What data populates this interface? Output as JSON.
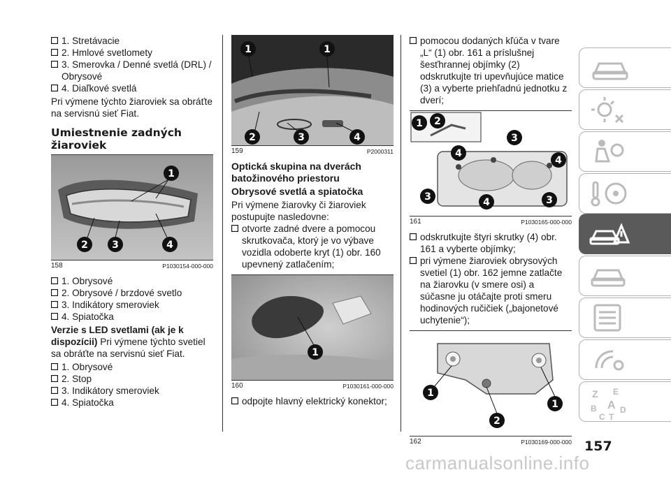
{
  "col1": {
    "list1": [
      "1. Stretávacie",
      "2. Hmlové svetlomety",
      "3. Smerovka / Denné svetlá (DRL) / Obrysové",
      "4. Diaľkové svetlá"
    ],
    "p1": "Pri výmene týchto žiaroviek sa obráťte na servisnú sieť Fiat.",
    "heading": "Umiestnenie zadných žiaroviek",
    "fig": {
      "num": "158",
      "code": "P1030154-000-000",
      "callouts": [
        "1",
        "2",
        "3",
        "4"
      ]
    },
    "list2": [
      "1. Obrysové",
      "2. Obrysové / brzdové svetlo",
      "3. Indikátory smeroviek",
      "4. Spiatočka"
    ],
    "led_heading": "Verzie s LED svetlami (ak je k dispozícii)",
    "led_text": " Pri výmene týchto svetiel sa obráťte na servisnú sieť Fiat.",
    "list3": [
      "1. Obrysové",
      "2. Stop",
      "3. Indikátory smeroviek",
      "4. Spiatočka"
    ]
  },
  "col2": {
    "fig1": {
      "num": "159",
      "code": "P2000311",
      "callouts": [
        "1",
        "1",
        "2",
        "3",
        "4"
      ]
    },
    "h1": "Optická skupina na dverách batožinového priestoru",
    "h2": "Obrysové svetlá a spiatočka",
    "p1": "Pri výmene žiarovky či žiaroviek postupujte nasledovne:",
    "bullet1": "otvorte zadné dvere a pomocou skrutkovača, ktorý je vo výbave vozidla odoberte kryt (1) obr. 160 upevnený zatlačením;",
    "fig2": {
      "num": "160",
      "code": "P1030161-000-000",
      "callouts": [
        "1"
      ]
    },
    "bullet2": "odpojte hlavný elektrický konektor;"
  },
  "col3": {
    "bullet1": "pomocou dodaných kľúča v tvare „L“ (1) obr. 161 a príslušnej šesťhrannej objímky (2) odskrutkujte tri upevňujúce matice (3) a vyberte priehľadnú jednotku z dverí;",
    "fig1": {
      "num": "161",
      "code": "P1030165-000-000",
      "callouts": [
        "1",
        "2",
        "3",
        "4",
        "4",
        "3",
        "4",
        "3"
      ]
    },
    "bullet2": "odskrutkujte štyri skrutky (4) obr. 161 a vyberte objímky;",
    "bullet3": "pri výmene žiaroviek obrysových svetiel (1) obr. 162 jemne zatlačte na žiarovku (v smere osi) a súčasne ju otáčajte proti smeru hodinových ručičiek („bajonetové uchytenie“);",
    "fig2": {
      "num": "162",
      "code": "P1030169-000-000",
      "callouts": [
        "1",
        "1",
        "2"
      ]
    }
  },
  "sidebar": {
    "icons": [
      "dashboard-car-icon",
      "warning-lights-icon",
      "airbag-seat-icon",
      "key-steering-icon",
      "breakdown-car-icon",
      "car-service-icon",
      "document-list-icon",
      "media-nav-icon",
      "index-letters-icon"
    ],
    "active_index": 4,
    "index_letters": [
      "Z",
      "E",
      "B",
      "A",
      "C",
      "D",
      "T"
    ]
  },
  "page_number": "157",
  "watermark": "carmanualsonline.info"
}
